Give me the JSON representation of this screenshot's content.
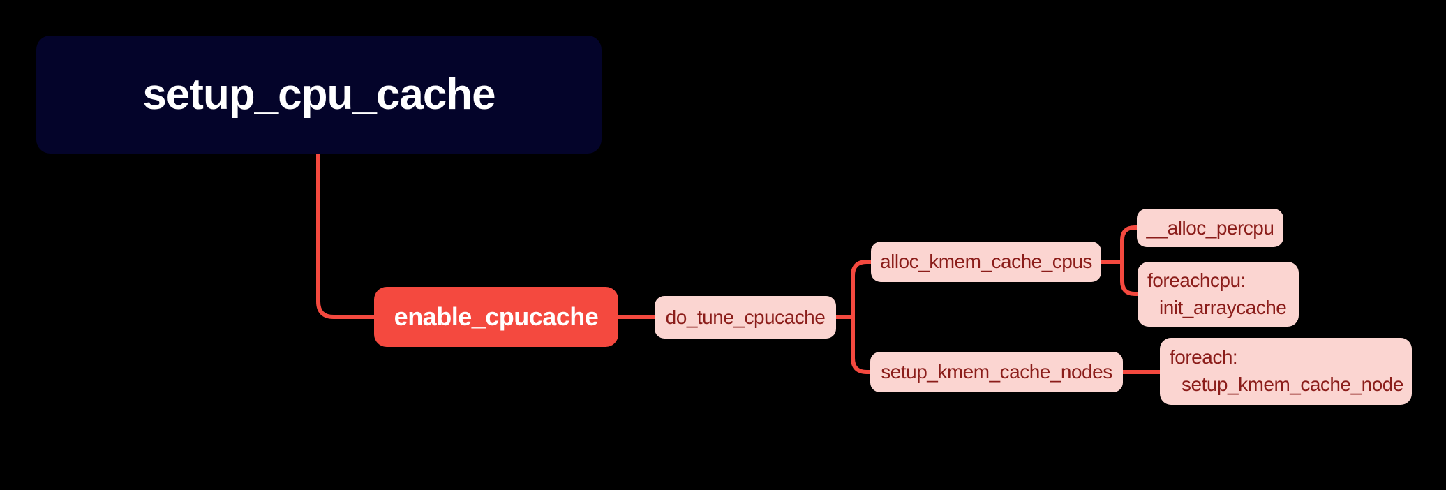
{
  "mindmap": {
    "background_color": "#000000",
    "connector_color": "#f4493f",
    "root_bg_color": "#04042a",
    "red_node_bg_color": "#f4493f",
    "pink_node_bg_color": "#fbd5d1",
    "pink_node_text_color": "#8b1d1a",
    "root": {
      "label": "setup_cpu_cache"
    },
    "level1": {
      "label": "enable_cpucache"
    },
    "level2": {
      "label": "do_tune_cpucache"
    },
    "branches": {
      "alloc_kmem_cache_cpus": {
        "label": "alloc_kmem_cache_cpus"
      },
      "alloc_percpu": {
        "label": "__alloc_percpu"
      },
      "foreachcpu": {
        "line1": "foreachcpu:",
        "line2": "init_arraycache"
      },
      "setup_kmem_cache_nodes": {
        "label": "setup_kmem_cache_nodes"
      },
      "foreach_node": {
        "line1": "foreach:",
        "line2": "setup_kmem_cache_node"
      }
    }
  }
}
